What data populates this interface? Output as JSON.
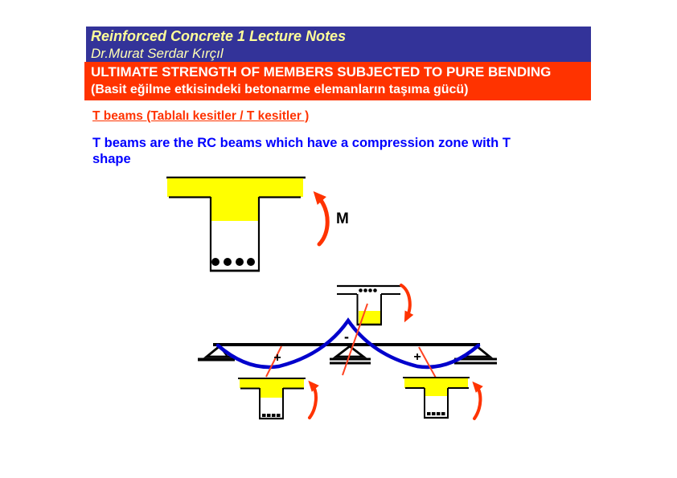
{
  "header": {
    "title": "Reinforced Concrete 1 Lecture Notes",
    "subtitle": "Dr.Murat Serdar Kırçıl"
  },
  "topic_banner": {
    "line1": "ULTIMATE STRENGTH OF MEMBERS SUBJECTED TO PURE BENDING",
    "line2": "(Basit eğilme etkisindeki betonarme elemanların taşıma gücü)"
  },
  "section": {
    "heading": "T beams (Tablalı kesitler / T kesitler )",
    "body_lines": {
      "line1": "T beams are the RC beams which have a compression zone with T",
      "line2": "shape"
    }
  },
  "diagram_labels": {
    "moment": "M",
    "plus_left": "+",
    "plus_right": "+",
    "minus": "-"
  },
  "colors": {
    "header_bg": "#333399",
    "header_text": "#FFFF99",
    "header_subtext": "#FFFFB3",
    "banner_bg": "#FF3300",
    "banner_text": "#FFFFFF",
    "heading_text": "#FF3300",
    "body_text": "#0000FF",
    "compression_zone": "#FFFF00",
    "moment_curve": "#0000CC",
    "moment_arrow": "#FF3300",
    "cut_line": "#FF4422"
  }
}
